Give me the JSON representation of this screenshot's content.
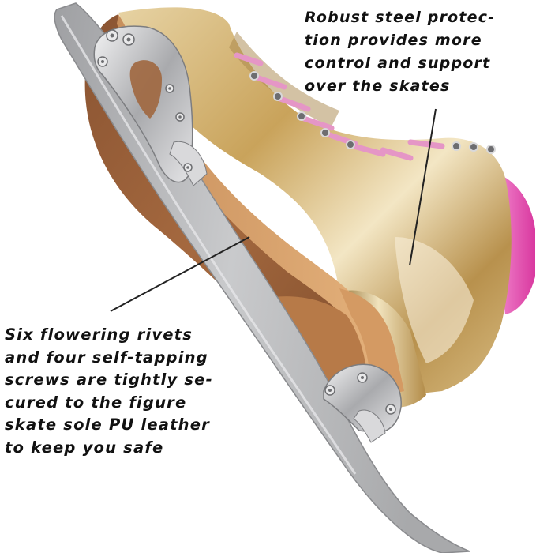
{
  "product_image": {
    "subject": "figure-skate-with-steel-blade",
    "colors": {
      "boot_gold": "#c9a45c",
      "sole_brown": "#a0673f",
      "blade_steel": "#b9b9bb",
      "laces_pink": "#e89ac8",
      "toe_pink": "#e64fb4"
    }
  },
  "callouts": {
    "top": {
      "lines": [
        "Robust steel protec-",
        "tion provides more",
        "control and support",
        "over the skates"
      ]
    },
    "bottom": {
      "lines": [
        "Six flowering rivets",
        "and four self-tapping",
        "screws are tightly se-",
        "cured to the figure",
        "skate sole PU leather",
        "to keep you safe"
      ]
    }
  }
}
